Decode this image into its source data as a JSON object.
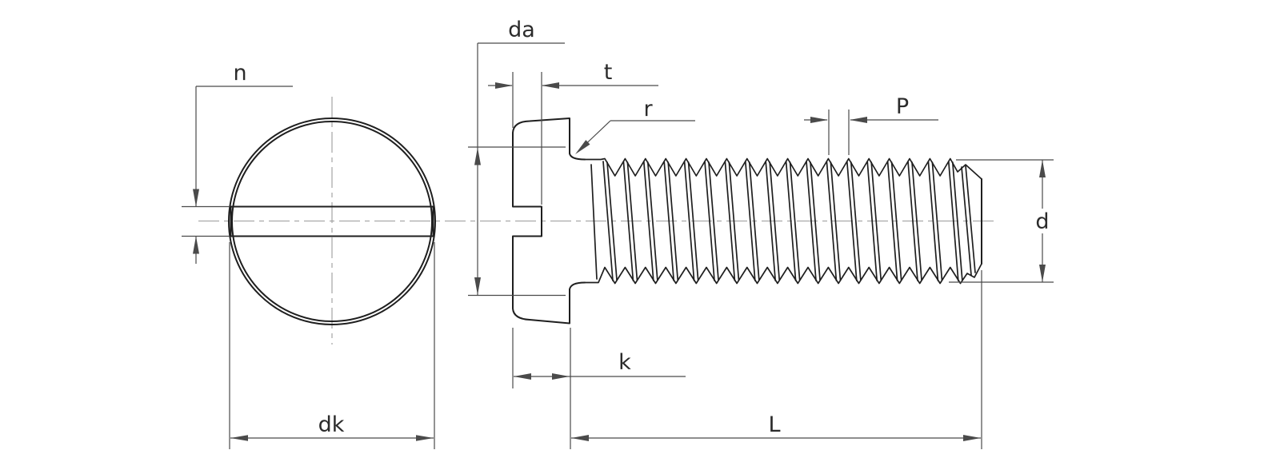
{
  "drawing": {
    "type": "technical-drawing",
    "subject": "slotted cheese head screw, front view and side view",
    "dims": {
      "n": {
        "label": "n"
      },
      "da": {
        "label": "da"
      },
      "t": {
        "label": "t"
      },
      "r": {
        "label": "r"
      },
      "p": {
        "label": "P"
      },
      "d": {
        "label": "d"
      },
      "dk": {
        "label": "dk"
      },
      "k": {
        "label": "k"
      },
      "l": {
        "label": "L"
      }
    }
  },
  "colors": {
    "outline": "#1f1f1f",
    "dimension": "#4a4a4a",
    "centerline": "#9a9a9a",
    "label": "#2b2b2b",
    "background": "#ffffff"
  }
}
